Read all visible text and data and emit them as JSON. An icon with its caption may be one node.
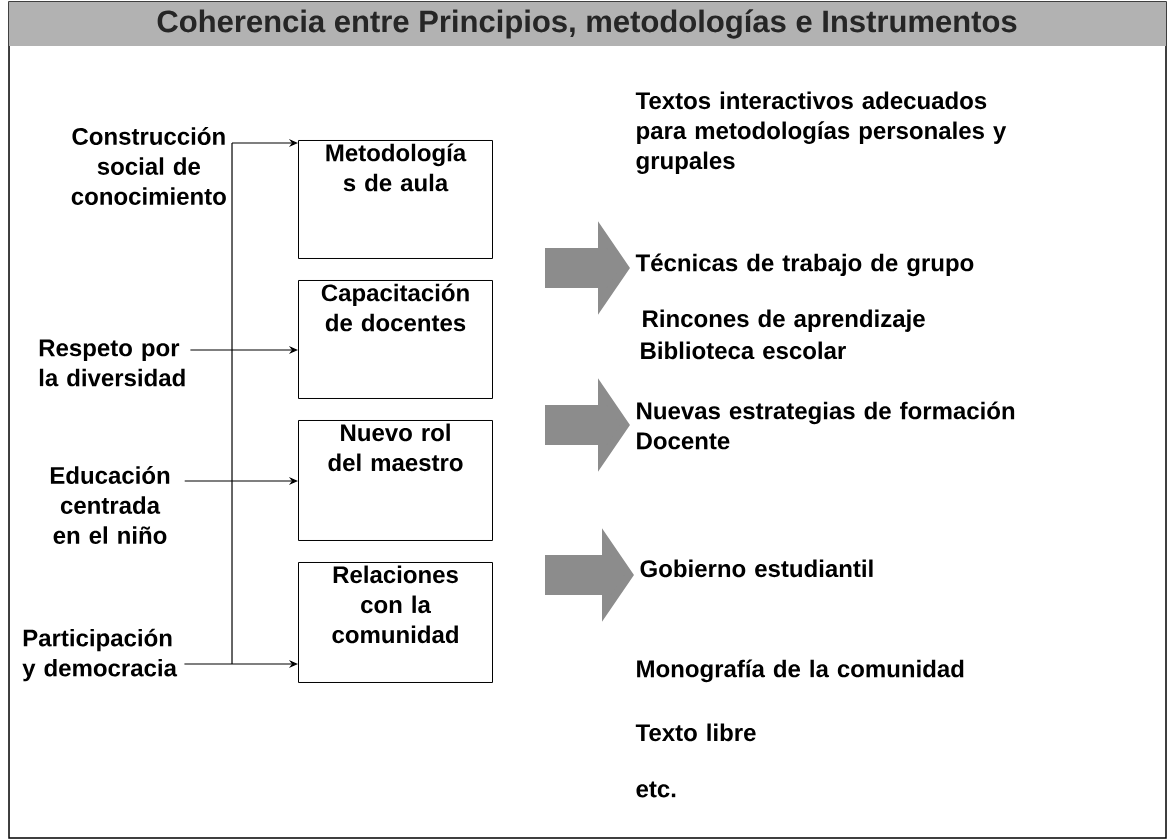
{
  "diagram": {
    "title": "Coherencia entre Principios, metodologías e Instrumentos",
    "nodes": [
      {
        "text": [
          "Construcción social de conocimiento"
        ]
      },
      {
        "text": [
          "Respeto por la diversidad"
        ]
      },
      {
        "text": [
          "Educación centrada en el niño"
        ]
      },
      {
        "text": [
          "Participación y democracia"
        ]
      },
      {
        "text": [
          "Metodología s de aula"
        ]
      },
      {
        "text": [
          "Capacitación de docentes"
        ]
      },
      {
        "text": [
          "Nuevo rol del maestro"
        ]
      },
      {
        "text": [
          "Relaciones con la comunidad"
        ]
      },
      {
        "text": [
          "Técnicas de trabajo de grupo"
        ]
      },
      {
        "text": [
          "Nuevas estrategias de formación Docente"
        ]
      },
      {
        "text": [
          "Gobierno estudiantil"
        ]
      }
    ],
    "edges": [
      {
        "from": 0,
        "to": 4,
        "arrow": "to"
      },
      {
        "from": 1,
        "to": 5,
        "arrow": "to"
      },
      {
        "from": 2,
        "to": 6,
        "arrow": "to"
      },
      {
        "from": 3,
        "to": 7,
        "arrow": "to"
      },
      {
        "from": null,
        "to": 8,
        "arrow": "to",
        "style": "thick",
        "color": "#8c8c8c"
      },
      {
        "from": null,
        "to": 9,
        "arrow": "to",
        "style": "thick",
        "color": "#8c8c8c"
      },
      {
        "from": null,
        "to": 10,
        "arrow": "to",
        "style": "thick",
        "color": "#8c8c8c"
      }
    ],
    "labels": [
      "Textos interactivos adecuados para metodologías personales y grupales",
      "Rincones de aprendizaje",
      "Biblioteca escolar",
      "Monografía de la comunidad",
      "Texto libre",
      "etc."
    ]
  }
}
